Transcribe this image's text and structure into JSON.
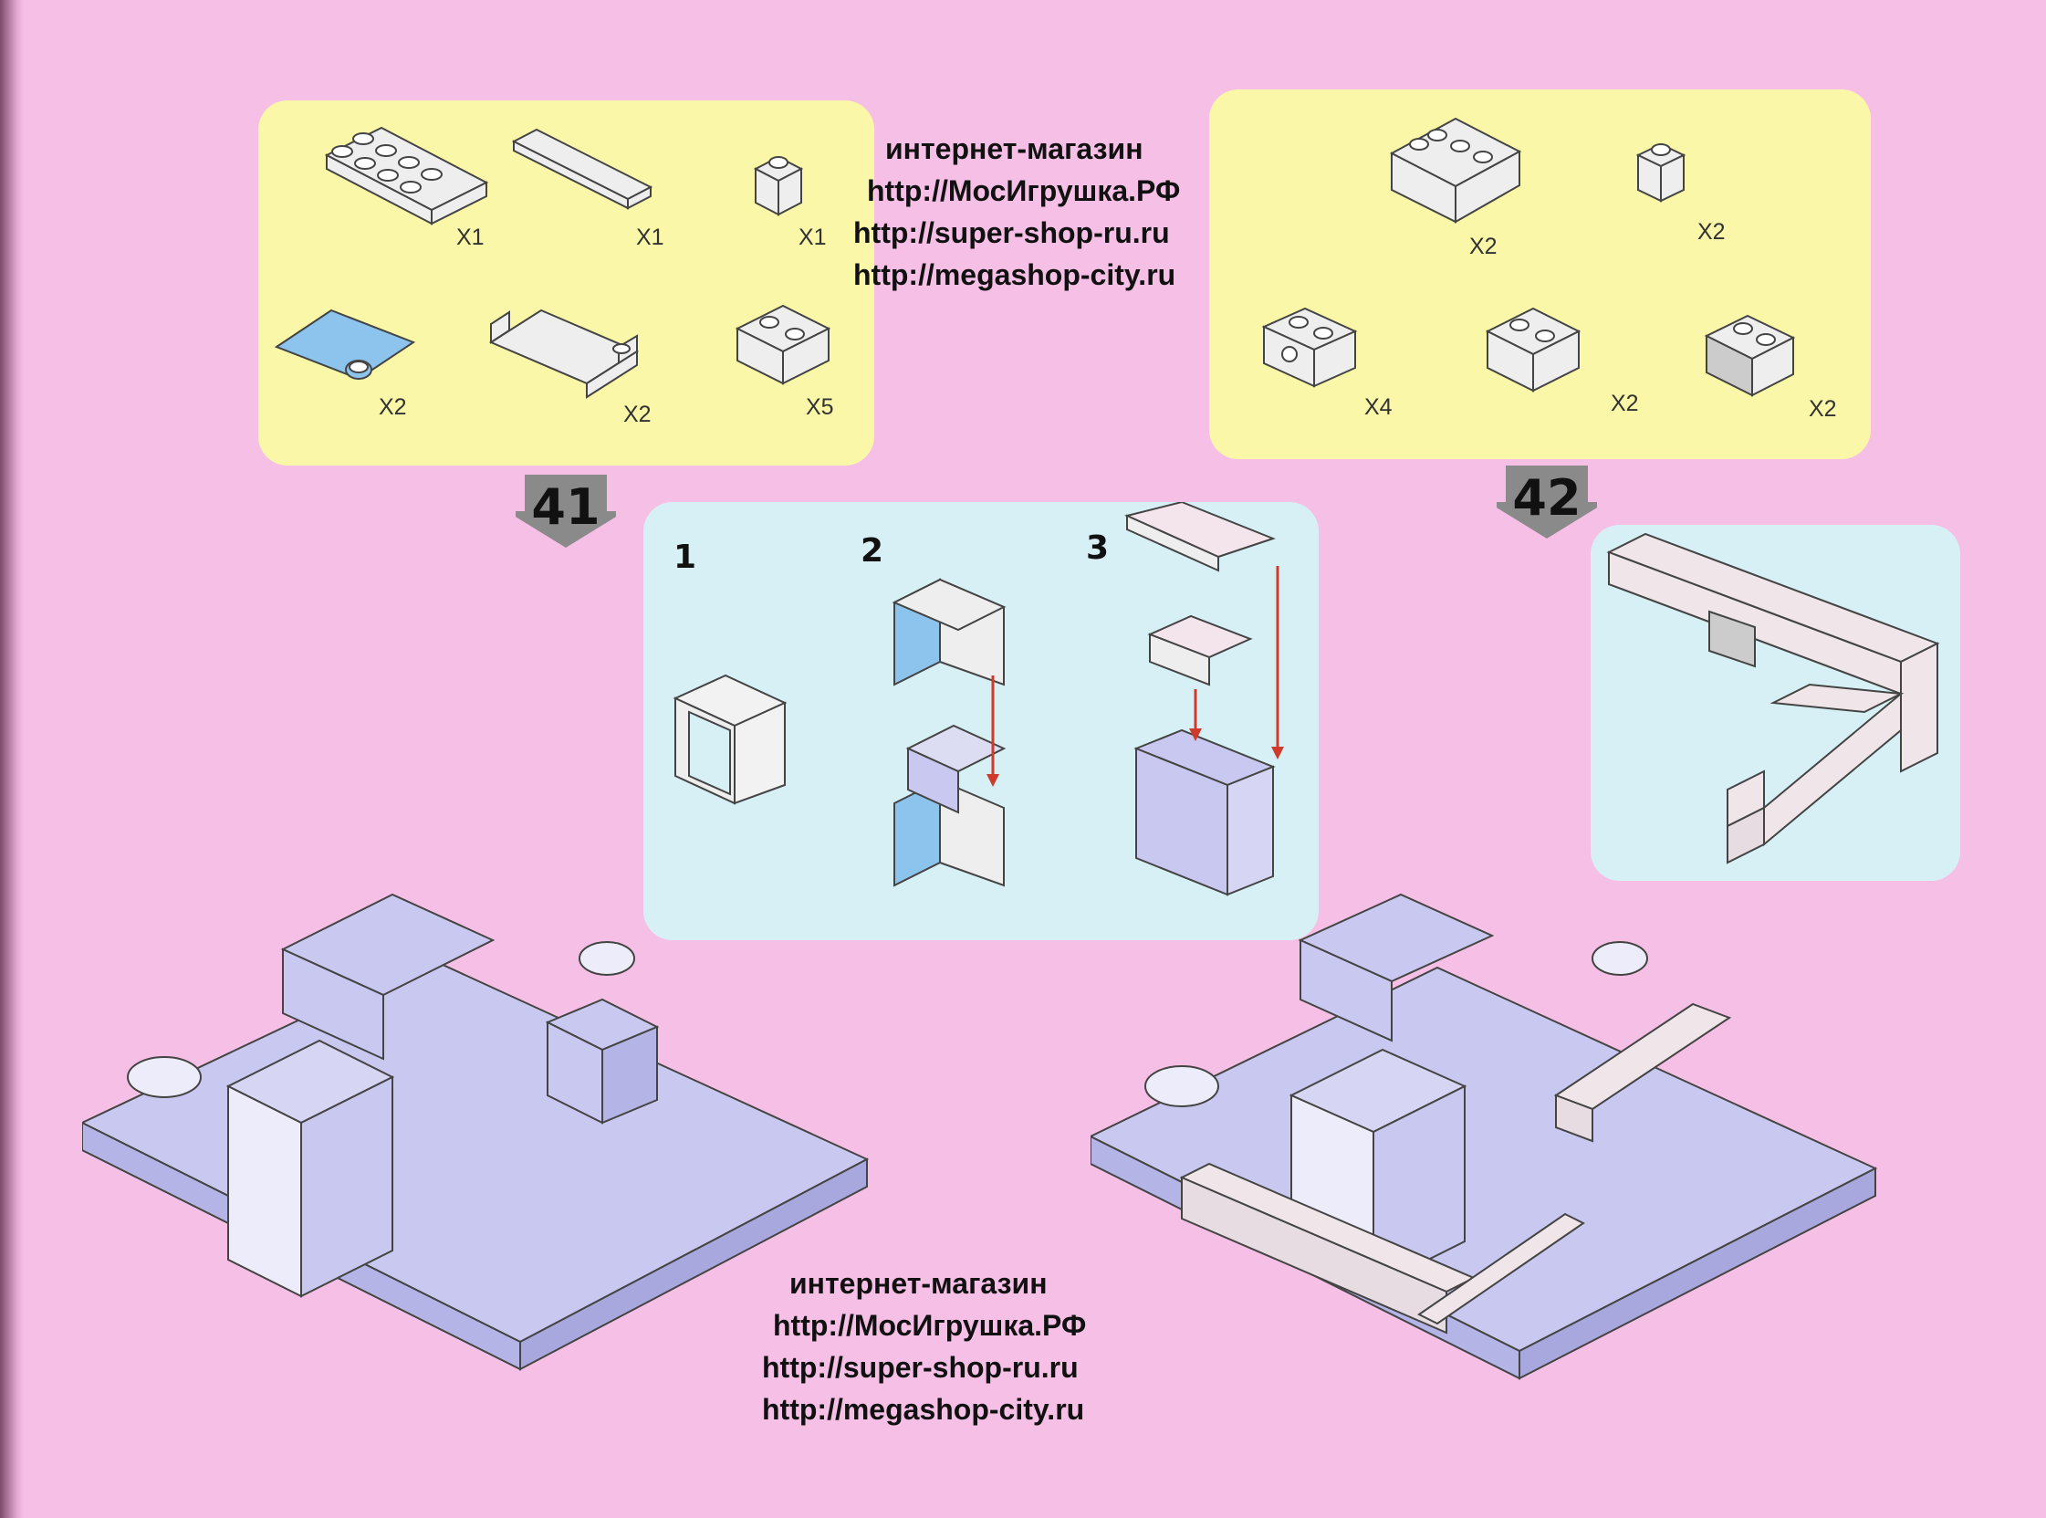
{
  "step41": {
    "number": "41",
    "parts": [
      {
        "name": "plate-2x4",
        "qty": "X1"
      },
      {
        "name": "tile-1x6",
        "qty": "X1"
      },
      {
        "name": "brick-1x1",
        "qty": "X1"
      },
      {
        "name": "blue-door",
        "qty": "X2"
      },
      {
        "name": "window-frame",
        "qty": "X2"
      },
      {
        "name": "brick-1x2",
        "qty": "X5"
      }
    ],
    "substeps": [
      "1",
      "2",
      "3"
    ]
  },
  "step42": {
    "number": "42",
    "parts": [
      {
        "name": "brick-1x4",
        "qty": "X2"
      },
      {
        "name": "brick-1x1",
        "qty": "X2"
      },
      {
        "name": "technic-brick",
        "qty": "X4"
      },
      {
        "name": "corner-brick",
        "qty": "X2"
      },
      {
        "name": "grille-brick",
        "qty": "X2"
      }
    ]
  },
  "watermark_top": [
    "интернет-магазин",
    "http://МосИгрушка.РФ",
    "http://super-shop-ru.ru",
    "http://megashop-city.ru"
  ],
  "watermark_bottom": [
    "интернет-магазин",
    "http://МосИгрушка.РФ",
    "http://super-shop-ru.ru",
    "http://megashop-city.ru"
  ],
  "colors": {
    "page": "#f6c0e6",
    "parts_panel": "#fbf7a8",
    "steps_panel": "#d6f0f6",
    "brick": "#c8c8f0",
    "door": "#8cc4ee",
    "arrow": "#d03a2a"
  }
}
